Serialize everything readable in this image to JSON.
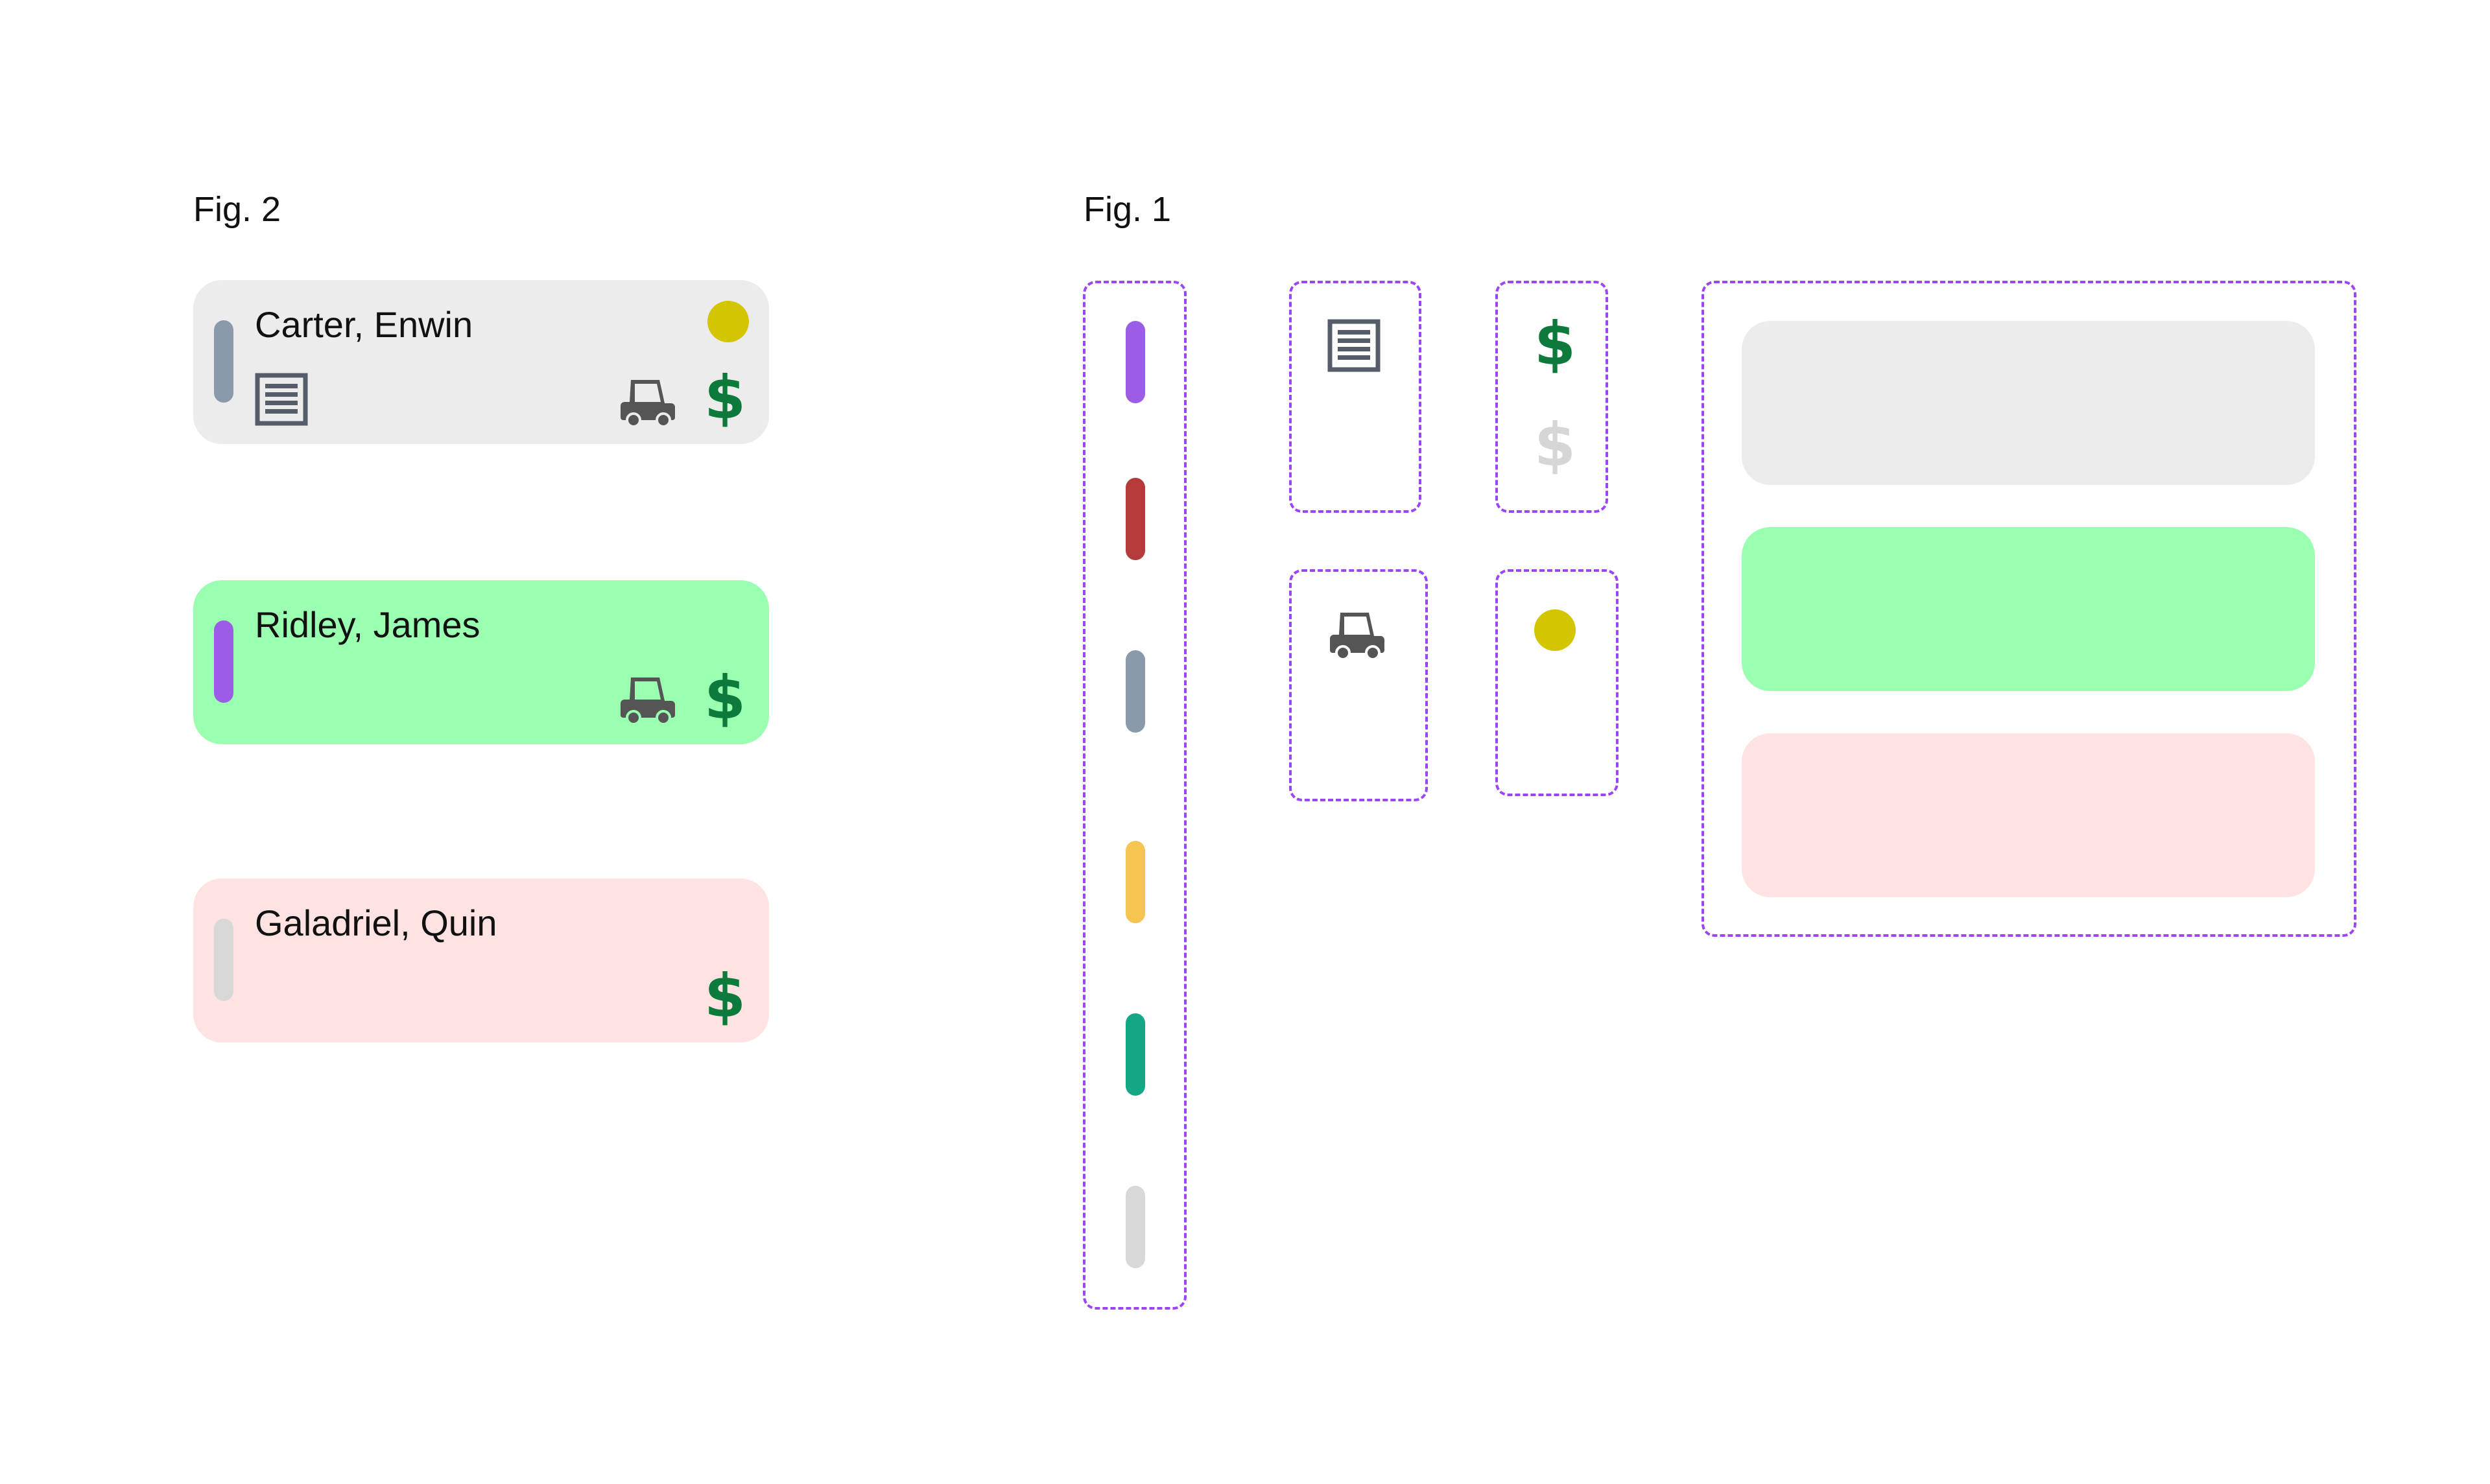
{
  "figures": {
    "fig2_label": "Fig. 2",
    "fig1_label": "Fig. 1"
  },
  "colors": {
    "accent_dashed": "#9b45f5",
    "dollar_green": "#0b7a3a",
    "dollar_disabled": "#d6d6d6",
    "indicator_yellow": "#d3c500",
    "icon_gray": "#555e68",
    "stripes": [
      "#9b5de5",
      "#b53a3a",
      "#8a9aab",
      "#f5c451",
      "#12a884",
      "#d8d8d8"
    ],
    "card_backgrounds": [
      "#ececec",
      "#9affb0",
      "#ffe2e2"
    ]
  },
  "cards": [
    {
      "name": "Carter, Enwin",
      "stripe_color": "#8a9aab",
      "bg": "#ececec",
      "icons": [
        "list-icon",
        "golf-cart-icon",
        "dollar-icon",
        "yellow-dot-icon"
      ]
    },
    {
      "name": "Ridley, James",
      "stripe_color": "#9b5de5",
      "bg": "#9affb0",
      "icons": [
        "golf-cart-icon",
        "dollar-icon"
      ]
    },
    {
      "name": "Galadriel, Quin",
      "stripe_color": "#d8d8d8",
      "bg": "#ffe2e2",
      "icons": [
        "dollar-icon"
      ]
    }
  ],
  "glyphs": {
    "dollar": "$"
  }
}
